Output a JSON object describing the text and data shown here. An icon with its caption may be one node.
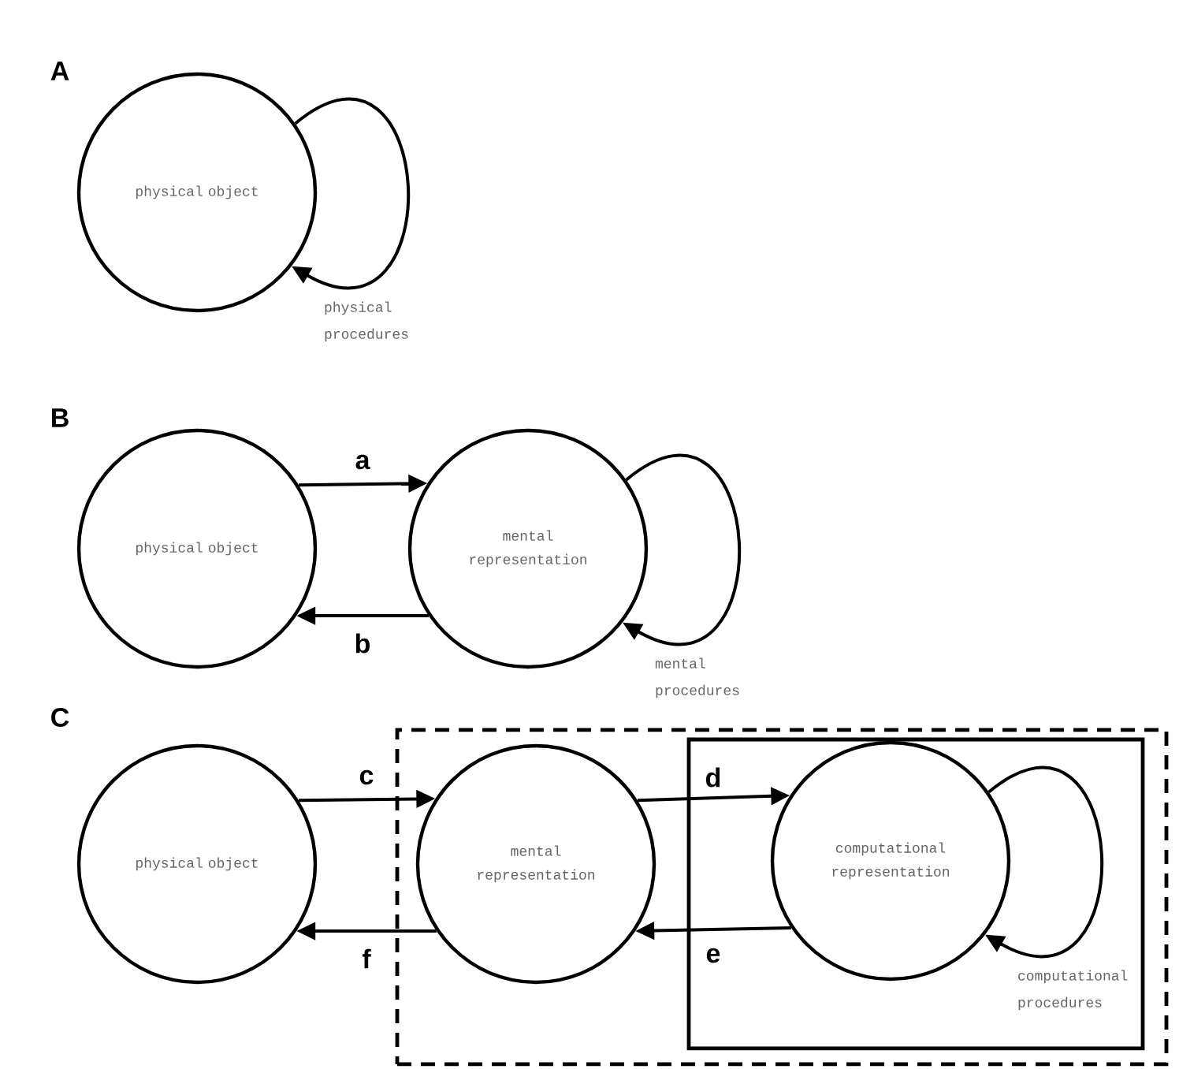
{
  "diagram": {
    "nodes": [
      {
        "text": [
          "physical object"
        ]
      },
      {
        "text": [
          "physical object"
        ]
      },
      {
        "text": [
          "mental representation"
        ]
      },
      {
        "text": [
          "physical object"
        ]
      },
      {
        "text": [],
        "shape": "box"
      },
      {
        "text": [
          "mental representation"
        ],
        "in": 4
      },
      {
        "text": [],
        "shape": "box",
        "in": 4
      },
      {
        "text": [
          "computational representation"
        ],
        "in": 6
      }
    ],
    "edges": [
      {
        "from": 0,
        "to": 0,
        "arrow": "to",
        "label": "physical procedures"
      },
      {
        "from": 1,
        "to": 2,
        "arrow": "to",
        "label": "a"
      },
      {
        "from": 2,
        "to": 1,
        "arrow": "to",
        "label": "b"
      },
      {
        "from": 2,
        "to": 2,
        "arrow": "to",
        "label": "mental procedures"
      },
      {
        "from": 3,
        "to": 5,
        "arrow": "to",
        "label": "c"
      },
      {
        "from": 5,
        "to": 3,
        "arrow": "to",
        "label": "f"
      },
      {
        "from": 5,
        "to": 7,
        "arrow": "to",
        "label": "d"
      },
      {
        "from": 7,
        "to": 5,
        "arrow": "to",
        "label": "e"
      },
      {
        "from": 7,
        "to": 7,
        "arrow": "to",
        "label": "computational procedures"
      }
    ],
    "labels": [
      "A",
      "B",
      "C"
    ]
  }
}
